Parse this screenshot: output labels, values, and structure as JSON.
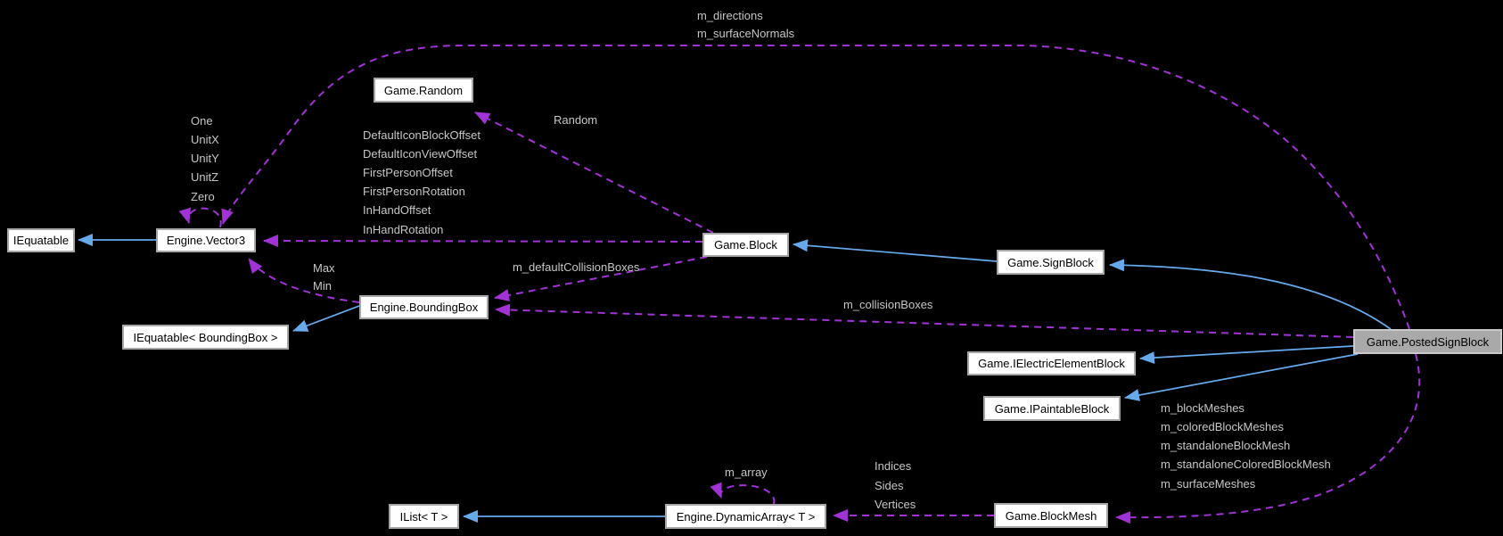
{
  "diagram": {
    "type": "collaboration-graph",
    "focus_node": "Game.PostedSignBlock",
    "colors": {
      "background": "#000000",
      "inheritance_arrow": "#66aaec",
      "usage_arrow": "#a133d6",
      "edge_label_text": "#c6c6c6",
      "node_fill": "#ffffff",
      "node_fill_focus": "#a9a9a9",
      "node_border": "#a6a6a6",
      "node_text": "#000000"
    }
  },
  "nodes": [
    {
      "id": "iequatable",
      "label": "IEquatable"
    },
    {
      "id": "engine-vector3",
      "label": "Engine.Vector3"
    },
    {
      "id": "game-random",
      "label": "Game.Random"
    },
    {
      "id": "game-block",
      "label": "Game.Block"
    },
    {
      "id": "game-signblock",
      "label": "Game.SignBlock"
    },
    {
      "id": "engine-boundingbox",
      "label": "Engine.BoundingBox"
    },
    {
      "id": "iequatable-boundingbox",
      "label": "IEquatable< BoundingBox >"
    },
    {
      "id": "game-postedsignblock",
      "label": "Game.PostedSignBlock"
    },
    {
      "id": "game-ielectricelementblock",
      "label": "Game.IElectricElementBlock"
    },
    {
      "id": "game-ipaintableblock",
      "label": "Game.IPaintableBlock"
    },
    {
      "id": "ilist-t",
      "label": "IList< T >"
    },
    {
      "id": "engine-dynamicarray-t",
      "label": "Engine.DynamicArray< T >"
    },
    {
      "id": "game-blockmesh",
      "label": "Game.BlockMesh"
    }
  ],
  "edges": [
    {
      "name": "vector3-inherits-iequatable",
      "type": "inheritance",
      "from": "Engine.Vector3",
      "to": "IEquatable",
      "labels": []
    },
    {
      "name": "signblock-inherits-block",
      "type": "inheritance",
      "from": "Game.SignBlock",
      "to": "Game.Block",
      "labels": []
    },
    {
      "name": "postedsignblock-inherits-signblock",
      "type": "inheritance",
      "from": "Game.PostedSignBlock",
      "to": "Game.SignBlock",
      "labels": []
    },
    {
      "name": "boundingbox-inherits-iequatable-boundingbox",
      "type": "inheritance",
      "from": "Engine.BoundingBox",
      "to": "IEquatable< BoundingBox >",
      "labels": []
    },
    {
      "name": "postedsignblock-inherits-ielectricelementblock",
      "type": "inheritance",
      "from": "Game.PostedSignBlock",
      "to": "Game.IElectricElementBlock",
      "labels": []
    },
    {
      "name": "postedsignblock-inherits-ipaintableblock",
      "type": "inheritance",
      "from": "Game.PostedSignBlock",
      "to": "Game.IPaintableBlock",
      "labels": []
    },
    {
      "name": "dynamicarray-inherits-ilist",
      "type": "inheritance",
      "from": "Engine.DynamicArray< T >",
      "to": "IList< T >",
      "labels": []
    },
    {
      "name": "vector3-self-usage",
      "type": "usage",
      "from": "Engine.Vector3",
      "to": "Engine.Vector3",
      "labels": [
        "One",
        "UnitX",
        "UnitY",
        "UnitZ",
        "Zero"
      ]
    },
    {
      "name": "postedsignblock-uses-vector3",
      "type": "usage",
      "from": "Game.PostedSignBlock",
      "to": "Engine.Vector3",
      "labels": [
        "m_directions",
        "m_surfaceNormals"
      ]
    },
    {
      "name": "block-uses-random",
      "type": "usage",
      "from": "Game.Block",
      "to": "Game.Random",
      "labels": [
        "Random"
      ]
    },
    {
      "name": "block-uses-vector3",
      "type": "usage",
      "from": "Game.Block",
      "to": "Engine.Vector3",
      "labels": [
        "DefaultIconBlockOffset",
        "DefaultIconViewOffset",
        "FirstPersonOffset",
        "FirstPersonRotation",
        "InHandOffset",
        "InHandRotation"
      ]
    },
    {
      "name": "block-uses-boundingbox",
      "type": "usage",
      "from": "Game.Block",
      "to": "Engine.BoundingBox",
      "labels": [
        "m_defaultCollisionBoxes"
      ]
    },
    {
      "name": "postedsignblock-uses-boundingbox",
      "type": "usage",
      "from": "Game.PostedSignBlock",
      "to": "Engine.BoundingBox",
      "labels": [
        "m_collisionBoxes"
      ]
    },
    {
      "name": "boundingbox-uses-vector3",
      "type": "usage",
      "from": "Engine.BoundingBox",
      "to": "Engine.Vector3",
      "labels": [
        "Max",
        "Min"
      ]
    },
    {
      "name": "postedsignblock-uses-blockmesh",
      "type": "usage",
      "from": "Game.PostedSignBlock",
      "to": "Game.BlockMesh",
      "labels": [
        "m_blockMeshes",
        "m_coloredBlockMeshes",
        "m_standaloneBlockMesh",
        "m_standaloneColoredBlockMesh",
        "m_surfaceMeshes"
      ]
    },
    {
      "name": "blockmesh-uses-dynamicarray",
      "type": "usage",
      "from": "Game.BlockMesh",
      "to": "Engine.DynamicArray< T >",
      "labels": [
        "Indices",
        "Sides",
        "Vertices"
      ]
    },
    {
      "name": "dynamicarray-self-usage",
      "type": "usage",
      "from": "Engine.DynamicArray< T >",
      "to": "Engine.DynamicArray< T >",
      "labels": [
        "m_array"
      ]
    }
  ]
}
